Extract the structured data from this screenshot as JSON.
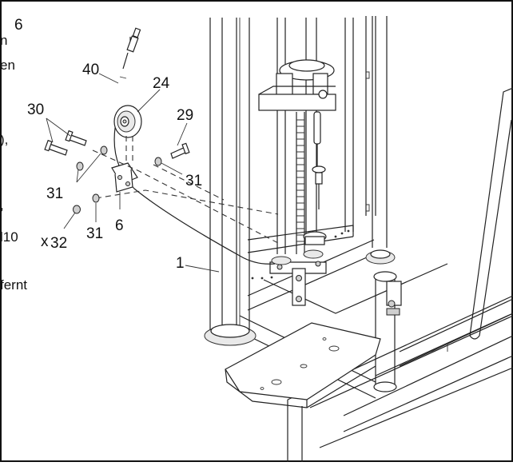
{
  "page": {
    "step_number": "6",
    "left_text_fragments": [
      "n",
      "en",
      "),",
      ",",
      "l10",
      "fernt"
    ]
  },
  "callouts": {
    "c1": "1",
    "c6": "6",
    "c24": "24",
    "c29": "29",
    "c30": "30",
    "c31a": "31",
    "c31b": "31",
    "c31c": "31",
    "c32": "32",
    "c32_prefix": "x",
    "c40": "40"
  }
}
